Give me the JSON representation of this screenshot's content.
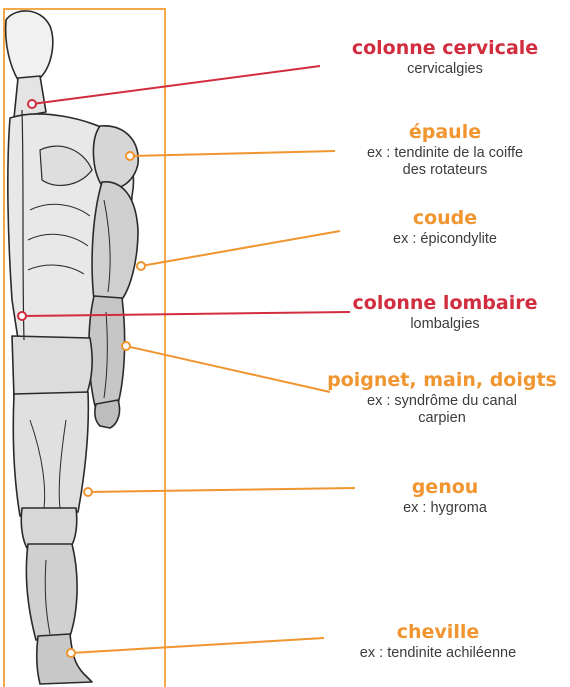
{
  "colors": {
    "red": "#d12d3f",
    "orange": "#f0952f",
    "frame": "#f3a94a",
    "ink": "#2a2a2a"
  },
  "figure": {
    "icon": "anatomical-muscle-back-view-drawing"
  },
  "labels": [
    {
      "id": "colonne-cervicale",
      "title": "colonne cervicale",
      "desc": "cervicalgies",
      "color": "red"
    },
    {
      "id": "epaule",
      "title": "épaule",
      "desc": "ex : tendinite de la coiffe des rotateurs",
      "color": "orange"
    },
    {
      "id": "coude",
      "title": "coude",
      "desc": "ex : épicondylite",
      "color": "orange"
    },
    {
      "id": "colonne-lombaire",
      "title": "colonne lombaire",
      "desc": "lombalgies",
      "color": "red"
    },
    {
      "id": "poignet",
      "title": "poignet, main, doigts",
      "desc": "ex : syndrôme du canal carpien",
      "color": "orange"
    },
    {
      "id": "genou",
      "title": "genou",
      "desc": "ex : hygroma",
      "color": "orange"
    },
    {
      "id": "cheville",
      "title": "cheville",
      "desc": "ex : tendinite achiléenne",
      "color": "orange"
    }
  ]
}
